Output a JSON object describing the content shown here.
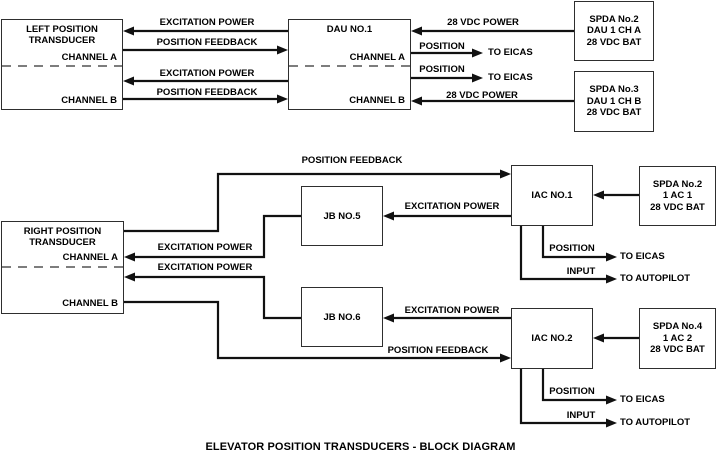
{
  "diagram": {
    "title": "ELEVATOR POSITION TRANSDUCERS - BLOCK DIAGRAM",
    "boxes": {
      "left_transducer": {
        "name_line1": "LEFT POSITION",
        "name_line2": "TRANSDUCER",
        "channel_a": "CHANNEL A",
        "channel_b": "CHANNEL B"
      },
      "dau1": {
        "name": "DAU NO.1",
        "channel_a": "CHANNEL A",
        "channel_b": "CHANNEL B"
      },
      "spda2_dau": {
        "line1": "SPDA No.2",
        "line2": "DAU 1 CH A",
        "line3": "28 VDC BAT"
      },
      "spda3_dau": {
        "line1": "SPDA No.3",
        "line2": "DAU 1 CH B",
        "line3": "28 VDC BAT"
      },
      "right_transducer": {
        "name_line1": "RIGHT POSITION",
        "name_line2": "TRANSDUCER",
        "channel_a": "CHANNEL A",
        "channel_b": "CHANNEL B"
      },
      "jb5": {
        "name": "JB NO.5"
      },
      "jb6": {
        "name": "JB NO.6"
      },
      "iac1": {
        "name": "IAC NO.1"
      },
      "iac2": {
        "name": "IAC NO.2"
      },
      "spda2_iac": {
        "line1": "SPDA No.2",
        "line2": "1 AC 1",
        "line3": "28 VDC BAT"
      },
      "spda4_iac": {
        "line1": "SPDA No.4",
        "line2": "1 AC 2",
        "line3": "28 VDC BAT"
      }
    },
    "signals": {
      "excitation_power": "EXCITATION POWER",
      "position_feedback": "POSITION FEEDBACK",
      "vdc_power": "28 VDC POWER",
      "position": "POSITION",
      "input": "INPUT",
      "to_eicas": "TO EICAS",
      "to_autopilot": "TO AUTOPILOT"
    },
    "colors": {
      "line": "#111111",
      "text": "#000000",
      "dashed": "#7d7d7d",
      "background": "#ffffff"
    }
  }
}
